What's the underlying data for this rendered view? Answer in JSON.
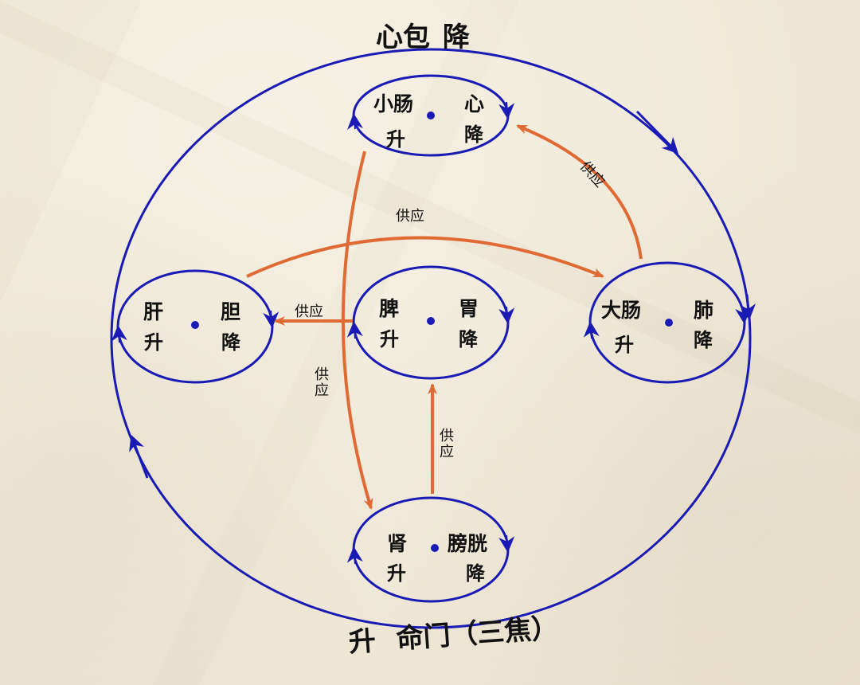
{
  "colors": {
    "background": "#f1ebdc",
    "cycle_blue": "#1a1ab4",
    "supply_orange": "#e06a34",
    "text": "#111111"
  },
  "outer": {
    "top_label": "心包",
    "top_dir": "降",
    "bottom_dir": "升",
    "bottom_label": "命门（三焦）"
  },
  "nodes": [
    {
      "id": "top",
      "left_organ": "小肠",
      "left_dir": "升",
      "right_organ": "心",
      "right_dir": "降"
    },
    {
      "id": "left",
      "left_organ": "肝",
      "left_dir": "升",
      "right_organ": "胆",
      "right_dir": "降"
    },
    {
      "id": "center",
      "left_organ": "脾",
      "left_dir": "升",
      "right_organ": "胃",
      "right_dir": "降"
    },
    {
      "id": "right",
      "left_organ": "大肠",
      "left_dir": "升",
      "right_organ": "肺",
      "right_dir": "降"
    },
    {
      "id": "bottom",
      "left_organ": "肾",
      "left_dir": "升",
      "right_organ": "膀胱",
      "right_dir": "降"
    }
  ],
  "edges": [
    {
      "from": "left",
      "to": "right",
      "label": "供应"
    },
    {
      "from": "right",
      "to": "top",
      "label": "供应"
    },
    {
      "from": "center",
      "to": "left",
      "label": "供应"
    },
    {
      "from": "top",
      "to": "bottom",
      "label": "供应"
    },
    {
      "from": "bottom",
      "to": "center",
      "label": "供应"
    }
  ]
}
